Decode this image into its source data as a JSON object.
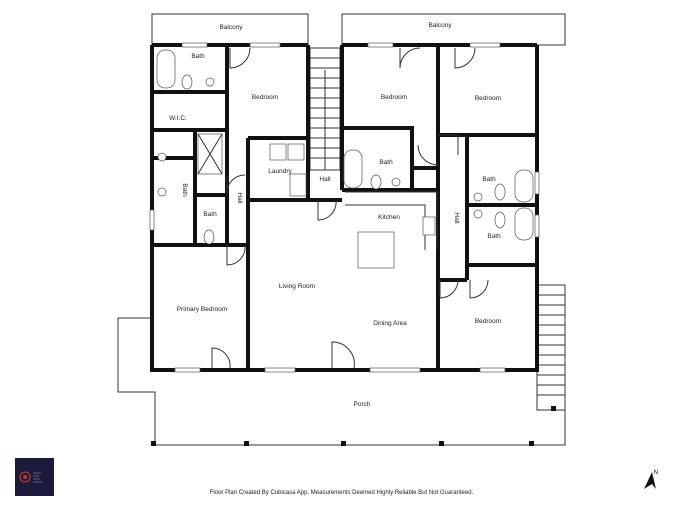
{
  "rooms": {
    "balcony_left": "Balcony",
    "balcony_right": "Balcony",
    "bath_top_left": "Bath",
    "bedroom_1": "Bedroom",
    "bedroom_2": "Bedroom",
    "bedroom_3": "Bedroom",
    "wic": "W.I.C.",
    "bath_primary": "Bath",
    "bath_small": "Bath",
    "hall_left": "Hall",
    "laundry": "Laundry",
    "hall_stairs": "Hall",
    "bath_center": "Bath",
    "kitchen": "Kitchen",
    "hall_right": "Hall",
    "bath_right_1": "Bath",
    "bath_right_2": "Bath",
    "living_room": "Living Room",
    "primary_bedroom": "Primary Bedroom",
    "dining_area": "Dining Area",
    "bedroom_4": "Bedroom",
    "porch": "Porch"
  },
  "footer": "Floor Plan Created By Cubicasa App. Measurements Deemed Highly Reliable But Not Guaranteed.",
  "north_label": "N",
  "logo_bg": "#1b1a3d",
  "logo_accent": "#c0392b"
}
